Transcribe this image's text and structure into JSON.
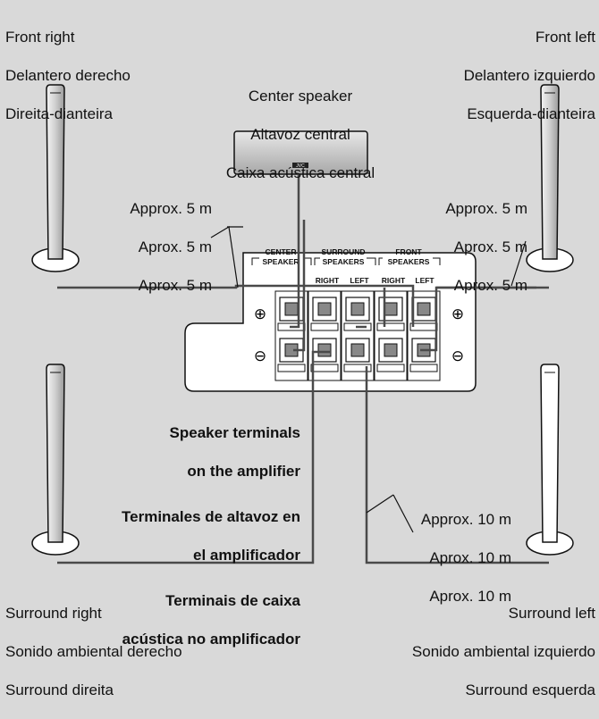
{
  "labels": {
    "front_right": [
      "Front right",
      "Delantero derecho",
      "Direita-dianteira"
    ],
    "front_left": [
      "Front left",
      "Delantero izquierdo",
      "Esquerda-dianteira"
    ],
    "center": [
      "Center speaker",
      "Altavoz central",
      "Caixa acústica central"
    ],
    "surround_right": [
      "Surround right",
      "Sonido ambiental derecho",
      "Surround direita"
    ],
    "surround_left": [
      "Surround left",
      "Sonido ambiental izquierdo",
      "Surround esquerda"
    ],
    "approx_left": [
      "Approx. 5 m",
      "Aprox. 5 m",
      "Aprox. 5 m"
    ],
    "approx_right": [
      "Approx. 5 m",
      "Aprox. 5 m",
      "Aprox. 5 m"
    ],
    "approx_surround": [
      "Approx. 10 m",
      "Aprox. 10 m",
      "Aprox. 10 m"
    ],
    "terminals": [
      "Speaker terminals",
      "on the amplifier",
      "Terminales de altavoz en",
      "el amplificador",
      "Terminais de caixa",
      "acústica no amplificador"
    ]
  },
  "panel": {
    "center": [
      "CENTER",
      "SPEAKER"
    ],
    "surround": [
      "SURROUND",
      "SPEAKERS"
    ],
    "front": [
      "FRONT",
      "SPEAKERS"
    ],
    "right": "RIGHT",
    "left": "LEFT",
    "right2": "RIGHT",
    "left2": "LEFT",
    "plus": "⊕",
    "minus": "⊖",
    "brand": "JVC"
  },
  "colors": {
    "background": "#d9d9d9",
    "panel": "#ffffff",
    "wire": "#4a4a4a",
    "outline": "#222222"
  }
}
